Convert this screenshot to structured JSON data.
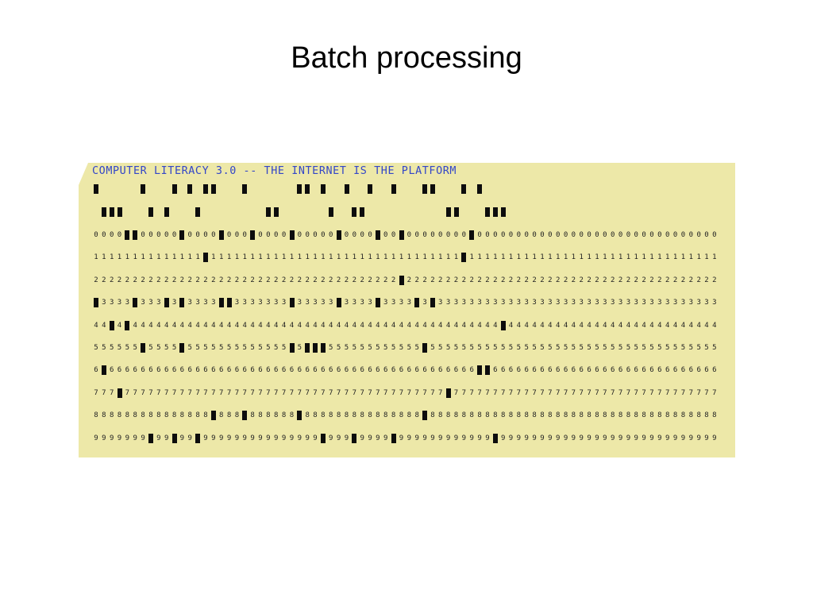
{
  "slide": {
    "title": "Batch processing"
  },
  "card": {
    "header": "COMPUTER LITERACY 3.0 -- THE INTERNET IS THE PLATFORM",
    "columns": 80,
    "zone_row_12_punches": [
      0,
      6,
      10,
      12,
      14,
      15,
      19,
      26,
      27,
      29,
      32,
      35,
      38,
      42,
      43,
      47,
      49
    ],
    "zone_row_11_punches": [
      1,
      2,
      3,
      7,
      9,
      13,
      22,
      23,
      30,
      33,
      34,
      45,
      46,
      50,
      51,
      52
    ],
    "digit_rows": [
      {
        "digit": "0",
        "punched": [
          4,
          5,
          11,
          16,
          20,
          25,
          31,
          36,
          39,
          48
        ]
      },
      {
        "digit": "1",
        "punched": [
          14,
          47
        ]
      },
      {
        "digit": "2",
        "punched": [
          39
        ]
      },
      {
        "digit": "3",
        "punched": [
          0,
          5,
          9,
          11,
          16,
          17,
          25,
          31,
          36,
          41,
          43
        ]
      },
      {
        "digit": "4",
        "punched": [
          2,
          4,
          52
        ]
      },
      {
        "digit": "5",
        "punched": [
          6,
          11,
          25,
          27,
          28,
          29,
          42
        ]
      },
      {
        "digit": "6",
        "punched": [
          1,
          49,
          50
        ]
      },
      {
        "digit": "7",
        "punched": [
          3,
          45
        ]
      },
      {
        "digit": "8",
        "punched": [
          15,
          19,
          26,
          42
        ]
      },
      {
        "digit": "9",
        "punched": [
          7,
          10,
          13,
          29,
          33,
          38,
          51
        ]
      }
    ]
  }
}
